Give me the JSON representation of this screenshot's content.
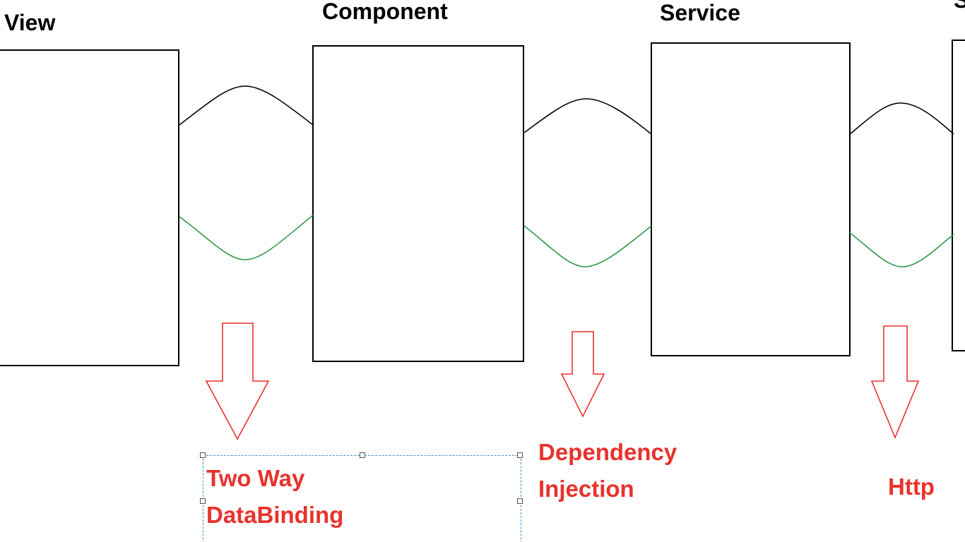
{
  "boxes": {
    "view": {
      "title": "View"
    },
    "component": {
      "title": "Component"
    },
    "service": {
      "title": "Service"
    },
    "server": {
      "title": "S"
    }
  },
  "labels": {
    "two_way": {
      "line1": "Two Way",
      "line2": "DataBinding"
    },
    "dependency_injection": {
      "line1": "Dependency",
      "line2": "Injection"
    },
    "http": {
      "line1": "Http"
    }
  },
  "colors": {
    "request_wave": "#000000",
    "response_wave": "#2e9a48",
    "arrow": "#e8322c",
    "label": "#e8322c",
    "selection": "#3c8fd6"
  }
}
